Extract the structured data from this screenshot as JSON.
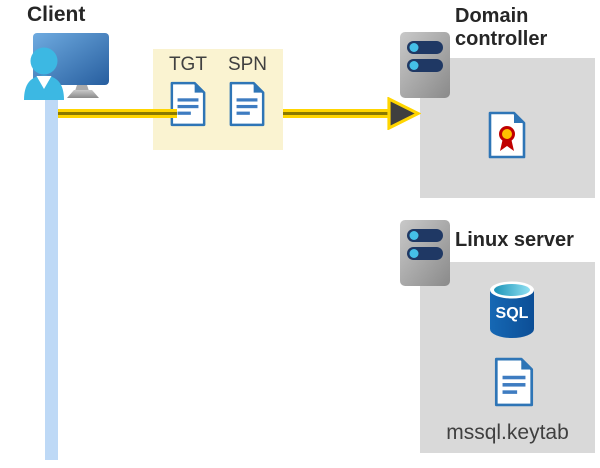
{
  "client": {
    "label": "Client",
    "icon": "client-workstation-icon"
  },
  "ticket_box": {
    "tickets": [
      {
        "label": "TGT",
        "icon": "document-icon"
      },
      {
        "label": "SPN",
        "icon": "document-icon"
      }
    ]
  },
  "arrow": {
    "icon": "right-arrow",
    "from": "Client",
    "to": "Domain controller"
  },
  "domain_controller": {
    "label": "Domain controller",
    "icons": [
      "server-icon",
      "certificate-icon"
    ]
  },
  "linux_server": {
    "label": "Linux server",
    "icons": [
      "server-icon",
      "sql-database-icon",
      "document-icon"
    ],
    "sql_label": "SQL",
    "file_label": "mssql.keytab"
  },
  "colors": {
    "background": "#FFFFFF",
    "container_gray": "#D9D9D9",
    "ticket_box_yellow": "#FAF3D1",
    "arrow_yellow": "#FFD500",
    "arrow_core": "#8A7900",
    "arrowhead_gray": "#3F3F3F",
    "timeline_blue": "#BED9F6",
    "doc_border_blue": "#2E75B6",
    "doc_line_blue": "#3E7CC1",
    "server_pill_navy": "#1F3864",
    "server_dot_cyan": "#45C0E8",
    "heading_text": "#262626",
    "label_text": "#404040",
    "sql_body_blue": "#0F5FA9",
    "cert_ribbon_red": "#C00000",
    "cert_ribbon_gold": "#FFC000",
    "person_cyan": "#3CB8E3",
    "monitor_blue_light": "#6FABE0",
    "monitor_blue_dark": "#275E9F"
  }
}
